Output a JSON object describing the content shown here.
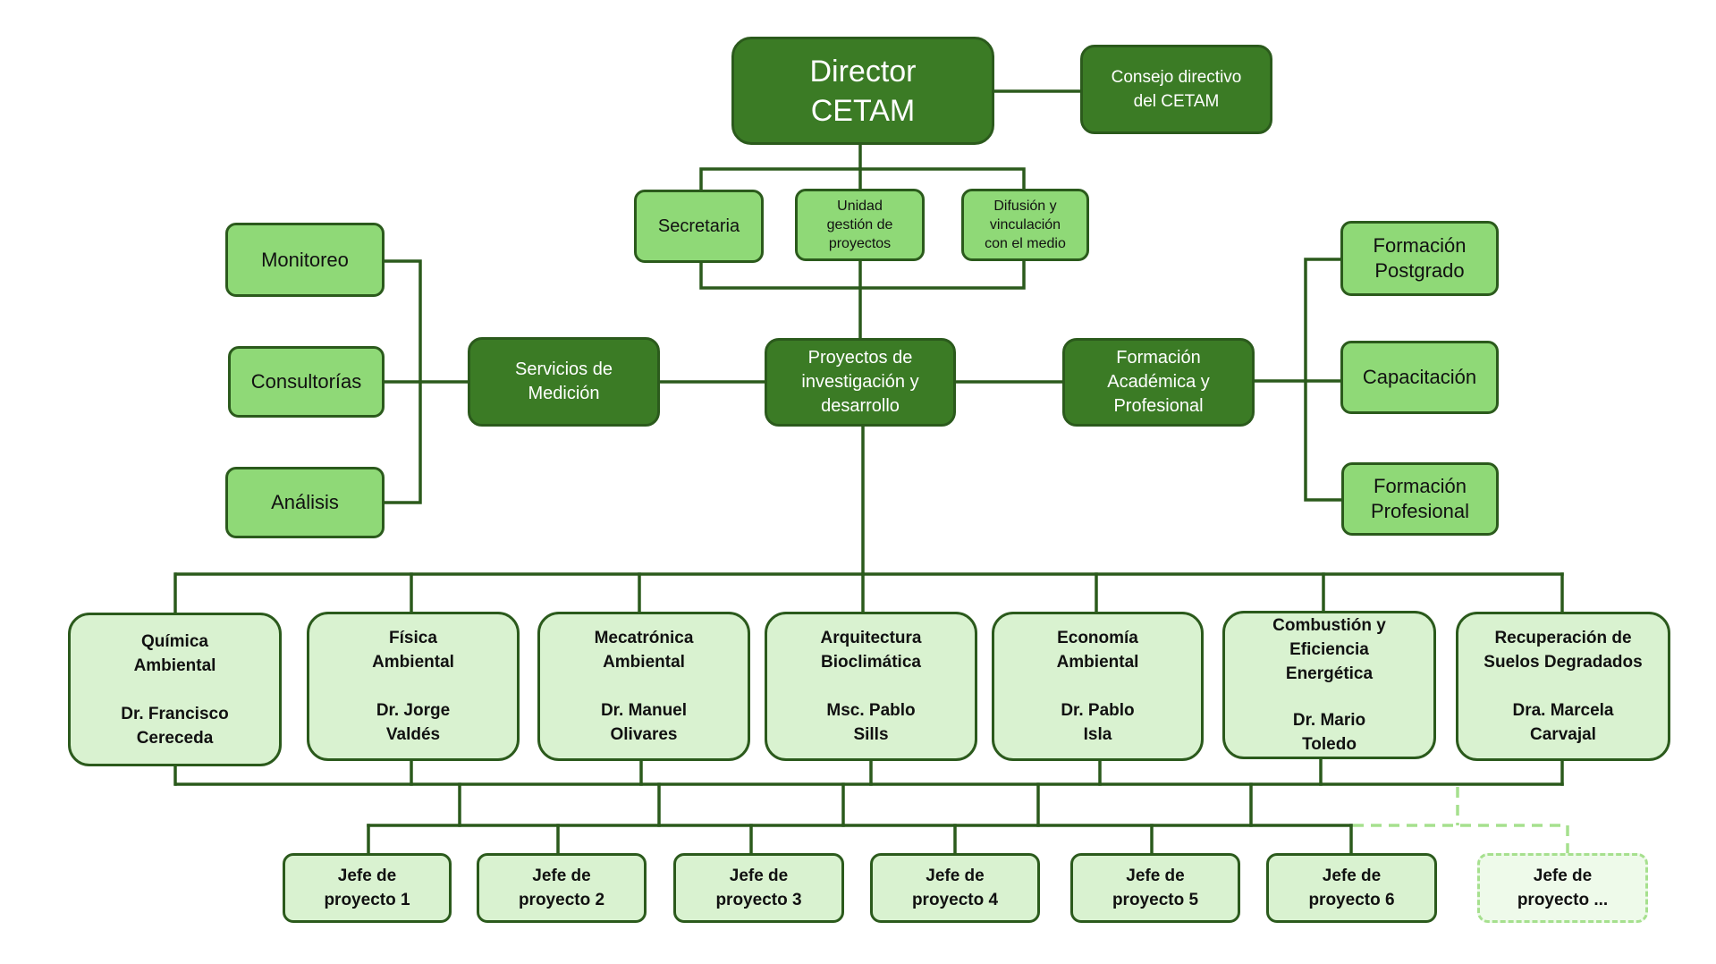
{
  "colors": {
    "dark_fill": "#3b7b25",
    "mid_fill": "#8fd977",
    "light_fill": "#d9f2d0",
    "border": "#2b5a1c",
    "placeholder_border": "#a6e08e",
    "placeholder_fill": "#eefaea"
  },
  "top": {
    "director": "Director\nCETAM",
    "council": "Consejo directivo\ndel CETAM"
  },
  "staff": [
    {
      "label": "Secretaria"
    },
    {
      "label": "Unidad\ngestión de\nproyectos"
    },
    {
      "label": "Difusión y\nvinculación\ncon el medio"
    }
  ],
  "branches": {
    "measurement": {
      "label": "Servicios de\nMedición",
      "children": [
        {
          "label": "Monitoreo"
        },
        {
          "label": "Consultorías"
        },
        {
          "label": "Análisis"
        }
      ]
    },
    "research": {
      "label": "Proyectos de\ninvestigación y\ndesarrollo"
    },
    "training": {
      "label": "Formación\nAcadémica y\nProfesional",
      "children": [
        {
          "label": "Formación\nPostgrado"
        },
        {
          "label": "Capacitación"
        },
        {
          "label": "Formación\nProfesional"
        }
      ]
    }
  },
  "departments": [
    {
      "area": "Química\nAmbiental",
      "head": "Dr. Francisco\nCereceda"
    },
    {
      "area": "Física\nAmbiental",
      "head": "Dr. Jorge\nValdés"
    },
    {
      "area": "Mecatrónica\nAmbiental",
      "head": "Dr. Manuel\nOlivares"
    },
    {
      "area": "Arquitectura\nBioclimática",
      "head": "Msc. Pablo\nSills"
    },
    {
      "area": "Economía\nAmbiental",
      "head": "Dr. Pablo\nIsla"
    },
    {
      "area": "Combustión y\nEficiencia\nEnergética",
      "head": "Dr. Mario\nToledo"
    },
    {
      "area": "Recuperación de\nSuelos Degradados",
      "head": "Dra. Marcela\nCarvajal"
    }
  ],
  "project_leads": [
    {
      "label": "Jefe de\nproyecto 1"
    },
    {
      "label": "Jefe de\nproyecto 2"
    },
    {
      "label": "Jefe de\nproyecto 3"
    },
    {
      "label": "Jefe de\nproyecto 4"
    },
    {
      "label": "Jefe de\nproyecto 5"
    },
    {
      "label": "Jefe de\nproyecto 6"
    },
    {
      "label": "Jefe de\nproyecto ...",
      "placeholder": true
    }
  ]
}
